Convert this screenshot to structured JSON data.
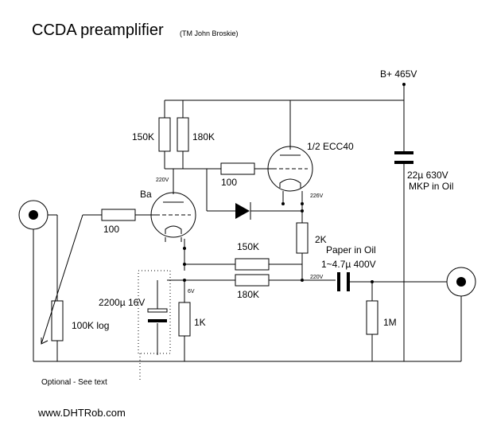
{
  "title": "CCDA preamplifier",
  "subtitle": "(TM John Broskie)",
  "labels": {
    "supply": "B+  465V",
    "r150k_top": "150K",
    "r180k_top": "180K",
    "v220_left": "220V",
    "tube_upper": "1/2 ECC40",
    "r100_grid_upper": "100",
    "v226": "226V",
    "tube_lower": "Ba",
    "r100_input": "100",
    "r2k": "2K",
    "paper_oil": "Paper in Oil",
    "cap_value": "1~4.7µ 400V",
    "r150k_fb": "150K",
    "r180k_fb": "180K",
    "v220_right": "220V",
    "v6": "6V",
    "c2200": "2200µ 16V",
    "r1k": "1K",
    "r100k_log": "100K log",
    "r1m": "1M",
    "c22u": "22µ 630V",
    "mkp": "MKP in Oil",
    "optional": "Optional - See text",
    "website": "www.DHTRob.com"
  }
}
